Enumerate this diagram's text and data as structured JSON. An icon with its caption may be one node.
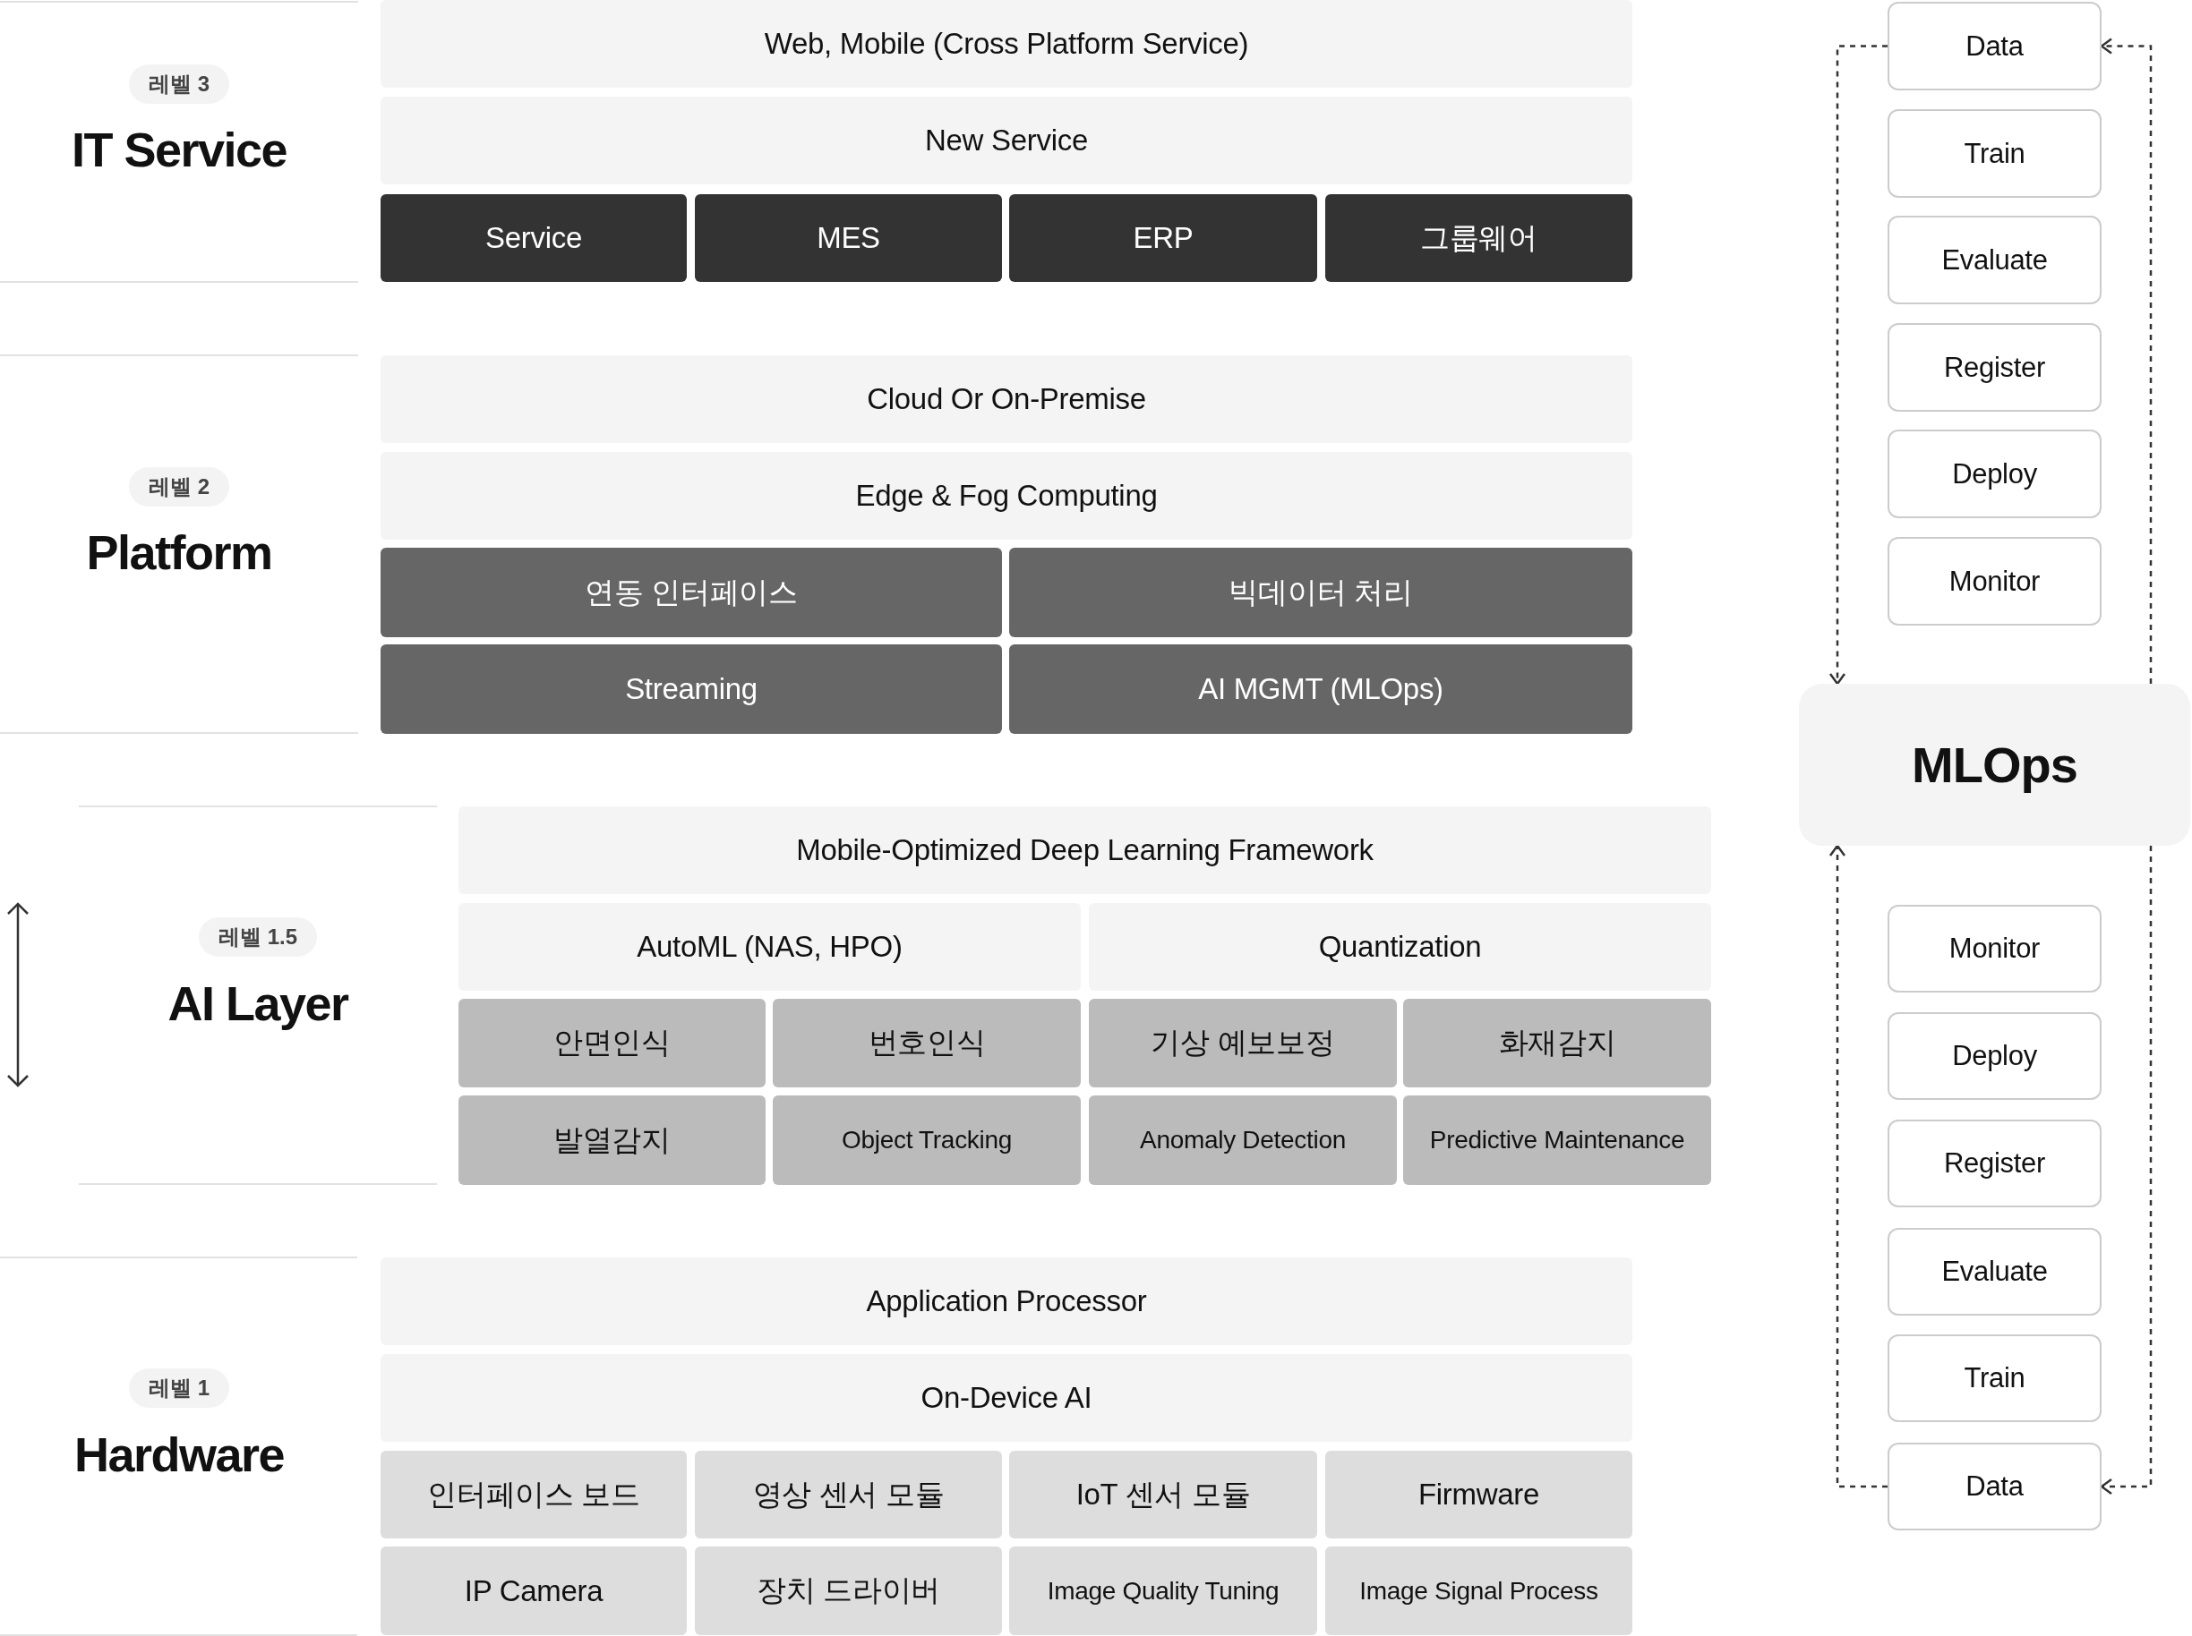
{
  "diagram": {
    "nodes": [
      {
        "text": [
          "레벨 3"
        ]
      },
      {
        "text": [
          "Web, Mobile (Cross Platform Service)"
        ]
      },
      {
        "text": [
          "New Service"
        ]
      },
      {
        "text": [
          "Service"
        ]
      },
      {
        "text": [
          "MES"
        ]
      },
      {
        "text": [
          "ERP"
        ]
      },
      {
        "text": [
          "그룹웨어"
        ]
      },
      {
        "text": [
          "레벨 2"
        ]
      },
      {
        "text": [
          "Cloud Or On-Premise"
        ]
      },
      {
        "text": [
          "Edge & Fog Computing"
        ]
      },
      {
        "text": [
          "연동 인터페이스"
        ]
      },
      {
        "text": [
          "빅데이터 처리"
        ]
      },
      {
        "text": [
          "Streaming"
        ]
      },
      {
        "text": [
          "AI MGMT (MLOps)"
        ]
      },
      {
        "text": [
          "레벨 1.5"
        ]
      },
      {
        "text": [
          "Mobile-Optimized Deep Learning Framework"
        ]
      },
      {
        "text": [
          "AutoML (NAS, HPO)"
        ]
      },
      {
        "text": [
          "Quantization"
        ]
      },
      {
        "text": [
          "안면인식"
        ]
      },
      {
        "text": [
          "번호인식"
        ]
      },
      {
        "text": [
          "기상 예보보정"
        ]
      },
      {
        "text": [
          "화재감지"
        ]
      },
      {
        "text": [
          "발열감지"
        ]
      },
      {
        "text": [
          "Object Tracking"
        ]
      },
      {
        "text": [
          "Anomaly Detection"
        ]
      },
      {
        "text": [
          "Predictive Maintenance"
        ]
      },
      {
        "text": [
          "레벨 1"
        ]
      },
      {
        "text": [
          "Application Processor"
        ]
      },
      {
        "text": [
          "On-Device AI"
        ]
      },
      {
        "text": [
          "인터페이스 보드"
        ]
      },
      {
        "text": [
          "영상 센서 모듈"
        ]
      },
      {
        "text": [
          "IoT 센서 모듈"
        ]
      },
      {
        "text": [
          "Firmware"
        ]
      },
      {
        "text": [
          "IP Camera"
        ]
      },
      {
        "text": [
          "장치 드라이버"
        ]
      },
      {
        "text": [
          "Image Quality Tuning"
        ]
      },
      {
        "text": [
          "Image Signal Process"
        ]
      },
      {
        "text": [
          "Data"
        ]
      },
      {
        "text": [
          "Train"
        ]
      },
      {
        "text": [
          "Evaluate"
        ]
      },
      {
        "text": [
          "Register"
        ]
      },
      {
        "text": [
          "Deploy"
        ]
      },
      {
        "text": [
          "Monitor"
        ]
      },
      {
        "text": [
          "MLOps"
        ]
      },
      {
        "text": [
          "Monitor"
        ]
      },
      {
        "text": [
          "Deploy"
        ]
      },
      {
        "text": [
          "Register"
        ]
      },
      {
        "text": [
          "Evaluate"
        ]
      },
      {
        "text": [
          "Train"
        ]
      },
      {
        "text": [
          "Data"
        ]
      }
    ],
    "edges": [
      {
        "from": 37,
        "to": 43,
        "arrow": "to",
        "style": "dashed"
      },
      {
        "from": 43,
        "to": 37,
        "arrow": "to",
        "style": "dashed"
      },
      {
        "from": 49,
        "to": 43,
        "arrow": "to",
        "style": "dashed"
      },
      {
        "from": 43,
        "to": 49,
        "arrow": "to",
        "style": "dashed"
      }
    ],
    "labels": [
      "IT Service",
      "Platform",
      "AI Layer",
      "Hardware"
    ]
  }
}
